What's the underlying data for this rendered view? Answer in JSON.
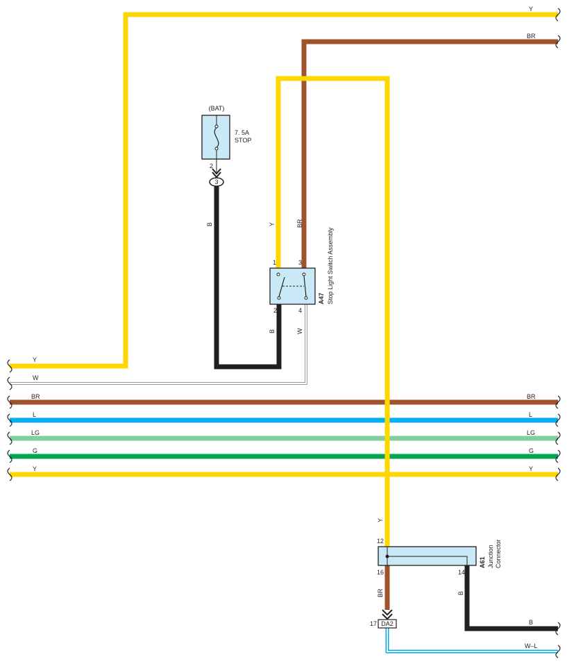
{
  "colors": {
    "Y": "#ffd700",
    "BR": "#a0522d",
    "L": "#00b0f0",
    "LG": "#82cf9c",
    "G": "#00a651",
    "B": "#231f20",
    "W": "#9a9a9a",
    "component_fill": "#c8e9f5"
  },
  "fuse": {
    "source": "(BAT)",
    "rating": "7. 5A",
    "name": "STOP",
    "out_pin": "2",
    "junction_pin": "3"
  },
  "stop_light_switch": {
    "code": "A47",
    "name": "Stop Light Switch Assembly",
    "pins": {
      "p1": "1",
      "p2": "2",
      "p3": "3",
      "p4": "4"
    }
  },
  "junction_connector": {
    "code": "A61",
    "name_line1": "Junction",
    "name_line2": "Connector",
    "pins": {
      "p12": "12",
      "p14": "14",
      "p16": "16"
    }
  },
  "connector_da2": {
    "name": "DA2",
    "pin": "17"
  },
  "wire_labels": {
    "y_top": "Y",
    "br_top": "BR",
    "fuse_b": "B",
    "sw_y": "Y",
    "sw_br": "BR",
    "sw_b": "B",
    "sw_w": "W",
    "left_y": "Y",
    "left_w": "W",
    "bus_br_left": "BR",
    "bus_br_right": "BR",
    "bus_l_left": "L",
    "bus_l_right": "L",
    "bus_lg_left": "LG",
    "bus_lg_right": "LG",
    "bus_g_left": "G",
    "bus_g_right": "G",
    "bus_y_left": "Y",
    "bus_y_right": "Y",
    "jc_y": "Y",
    "jc_br": "BR",
    "jc_b": "B",
    "out_b": "B",
    "out_wl": "W–L"
  }
}
